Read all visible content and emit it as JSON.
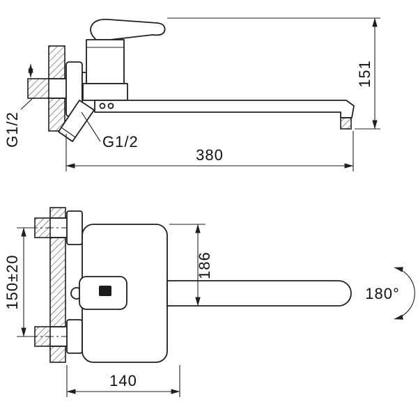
{
  "colors": {
    "ink": "#1f1f1f",
    "background": "#ffffff"
  },
  "top_view": {
    "dim_height": "151",
    "dim_reach": "380",
    "thread_inlet": "G1/2",
    "thread_outlet": "G1/2"
  },
  "front_view": {
    "dim_mounting_centers": "150±20",
    "dim_spout_height": "186",
    "dim_depth": "140",
    "swivel_angle": "180°"
  }
}
